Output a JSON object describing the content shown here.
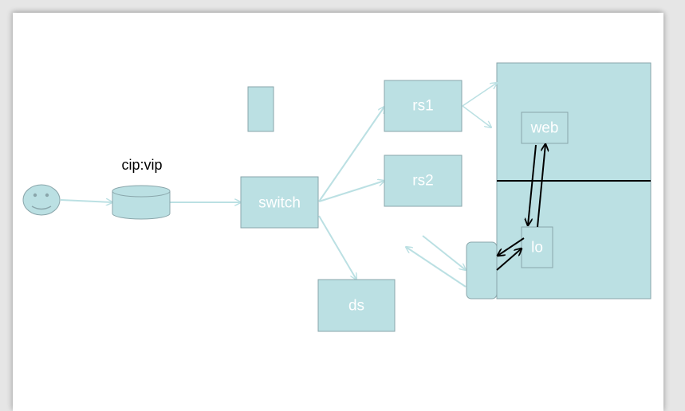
{
  "colors": {
    "node_fill": "#bbe0e3",
    "node_stroke": "#8aa6ab",
    "light_arrow": "#bbe0e3",
    "dark_arrow": "#000000",
    "background": "#e6e6e6",
    "slide": "#ffffff"
  },
  "diagram": {
    "user_icon": "smiley-face-icon",
    "vip_caption": "cip:vip",
    "nodes": {
      "switch": "switch",
      "rs1": "rs1",
      "rs2": "rs2",
      "ds": "ds",
      "web": "web",
      "lo": "lo",
      "small_box": "",
      "interface_box": "",
      "host_container": ""
    },
    "edges": [
      {
        "from": "user",
        "to": "vip-cylinder",
        "style": "light"
      },
      {
        "from": "vip-cylinder",
        "to": "switch",
        "style": "light"
      },
      {
        "from": "switch",
        "to": "rs1",
        "style": "light"
      },
      {
        "from": "switch",
        "to": "rs2",
        "style": "light"
      },
      {
        "from": "switch",
        "to": "ds",
        "style": "light"
      },
      {
        "from": "rs1",
        "to": "host-container",
        "style": "light"
      },
      {
        "from": "web",
        "to": "lo",
        "style": "dark"
      },
      {
        "from": "lo",
        "to": "web",
        "style": "dark"
      },
      {
        "from": "lo",
        "to": "interface-box",
        "style": "dark"
      },
      {
        "from": "interface-box",
        "to": "lo",
        "style": "dark"
      }
    ]
  }
}
